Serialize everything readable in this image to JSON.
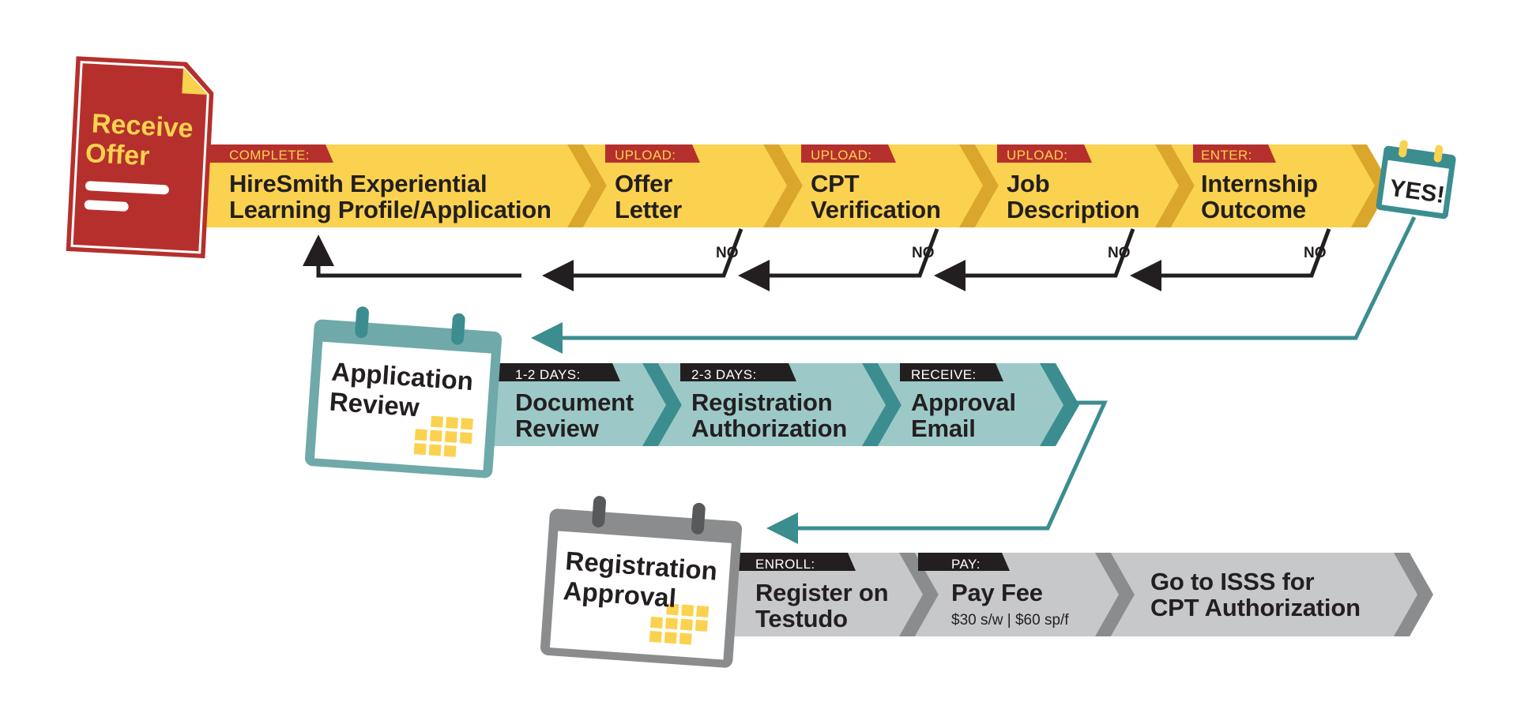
{
  "colors": {
    "yellow": "#fbd24f",
    "yellow_dark": "#dba62c",
    "red": "#b5302c",
    "teal": "#9cc9c8",
    "teal_dark": "#3c8d8f",
    "gray": "#c7c8ca",
    "gray_dark": "#8b8c8e",
    "black": "#231f20",
    "white": "#ffffff"
  },
  "start": {
    "title_line1": "Receive",
    "title_line2": "Offer",
    "icon": "document-icon"
  },
  "row1": [
    {
      "label": "COMPLETE:",
      "line1": "HireSmith Experiential",
      "line2": "Learning Profile/Application"
    },
    {
      "label": "UPLOAD:",
      "line1": "Offer",
      "line2": "Letter"
    },
    {
      "label": "UPLOAD:",
      "line1": "CPT",
      "line2": "Verification"
    },
    {
      "label": "UPLOAD:",
      "line1": "Job",
      "line2": "Description"
    },
    {
      "label": "ENTER:",
      "line1": "Internship",
      "line2": "Outcome"
    }
  ],
  "no_labels": [
    "NO",
    "NO",
    "NO",
    "NO"
  ],
  "yes_label": "YES!",
  "stage2": {
    "title_line1": "Application",
    "title_line2": "Review",
    "icon": "calendar-icon"
  },
  "row2": [
    {
      "label": "1-2 DAYS:",
      "line1": "Document",
      "line2": "Review"
    },
    {
      "label": "2-3 DAYS:",
      "line1": "Registration",
      "line2": "Authorization"
    },
    {
      "label": "RECEIVE:",
      "line1": "Approval",
      "line2": "Email"
    }
  ],
  "stage3": {
    "title_line1": "Registration",
    "title_line2": "Approval",
    "icon": "calendar-icon"
  },
  "row3": [
    {
      "label": "ENROLL:",
      "line1": "Register on",
      "line2": "Testudo"
    },
    {
      "label": "PAY:",
      "line1": "Pay Fee",
      "sub": "$30 s/w | $60 sp/f"
    },
    {
      "line1": "Go to ISSS for",
      "line2": "CPT Authorization"
    }
  ]
}
